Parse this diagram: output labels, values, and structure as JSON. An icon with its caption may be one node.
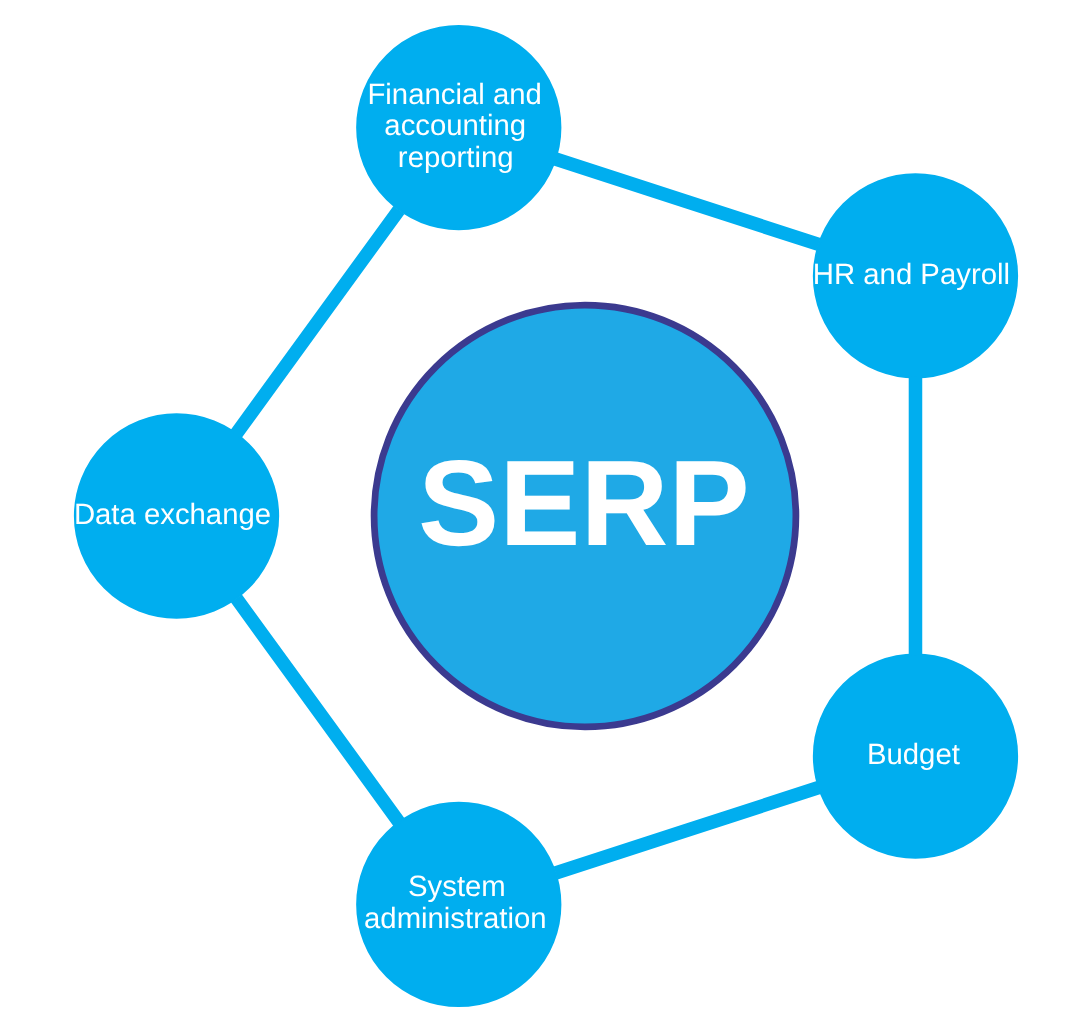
{
  "diagram": {
    "nodes": [
      {
        "text": [
          "SERP"
        ]
      },
      {
        "text": [
          "HR and Payroll"
        ]
      },
      {
        "text": [
          "Financial and accounting reporting"
        ]
      },
      {
        "text": [
          "Data exchange"
        ]
      },
      {
        "text": [
          "System administration"
        ]
      },
      {
        "text": [
          "Budget"
        ]
      }
    ],
    "edges": [
      {
        "from": 1,
        "to": 2,
        "arrow": "none"
      },
      {
        "from": 2,
        "to": 3,
        "arrow": "none"
      },
      {
        "from": 3,
        "to": 4,
        "arrow": "none"
      },
      {
        "from": 4,
        "to": 5,
        "arrow": "none"
      },
      {
        "from": 5,
        "to": 1,
        "arrow": "none"
      }
    ]
  }
}
